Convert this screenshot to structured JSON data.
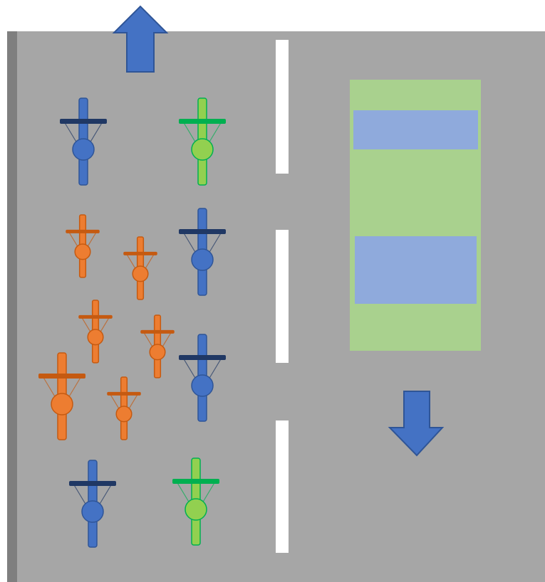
{
  "colors": {
    "page_background": "#ffffff",
    "road_surface": "#a6a6a6",
    "road_edge_line": "#7f7f7f",
    "lane_marking": "#ffffff",
    "direction_arrow_fill": "#4472c4",
    "direction_arrow_stroke": "#2f5597",
    "vehicle_body": "#a9d18e",
    "vehicle_window": "#8faadc"
  },
  "scene": {
    "arrows": [
      {
        "direction": "up",
        "lane": "left"
      },
      {
        "direction": "down",
        "lane": "right"
      }
    ],
    "lane_marking_style": "dashed",
    "vehicle": {
      "type": "car",
      "lane": "right",
      "window_count": 2
    },
    "bicycle_styles": {
      "blue": {
        "frame": "#4472c4",
        "bar": "#203864",
        "rider": "#4472c4",
        "rider_stroke": "#2f5597"
      },
      "green": {
        "frame": "#92d050",
        "bar": "#00b050",
        "rider": "#92d050",
        "rider_stroke": "#00b050"
      },
      "orange": {
        "frame": "#ed7d31",
        "bar": "#c55a11",
        "rider": "#ed7d31",
        "rider_stroke": "#c55a11"
      }
    },
    "bicycles": [
      {
        "color": "blue"
      },
      {
        "color": "green"
      },
      {
        "color": "orange"
      },
      {
        "color": "orange"
      },
      {
        "color": "blue"
      },
      {
        "color": "orange"
      },
      {
        "color": "orange"
      },
      {
        "color": "blue"
      },
      {
        "color": "orange"
      },
      {
        "color": "orange"
      },
      {
        "color": "blue"
      },
      {
        "color": "green"
      }
    ]
  }
}
